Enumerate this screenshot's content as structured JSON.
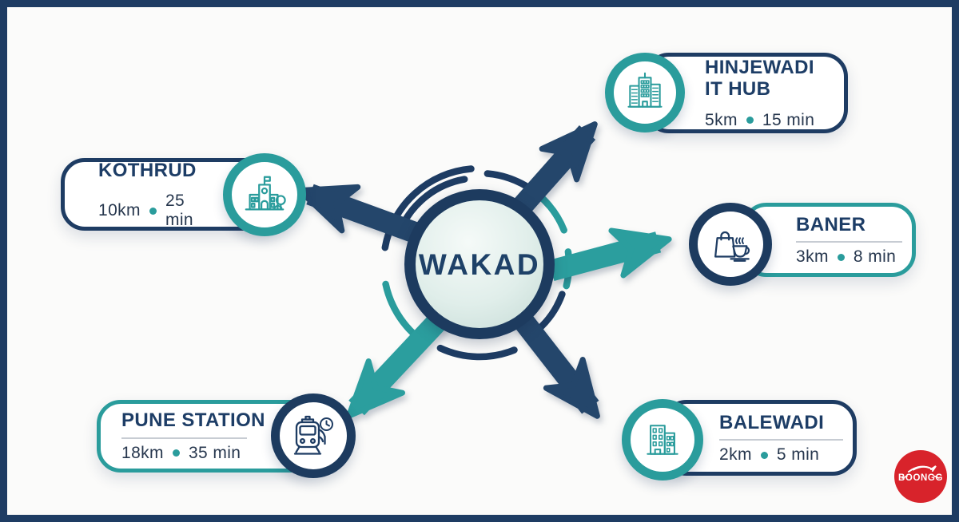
{
  "center": {
    "label": "WAKAD"
  },
  "separator_dot": "•",
  "locations": [
    {
      "id": "kothrud",
      "name": "KOTHRUD",
      "distance": "10km",
      "time": "25 min",
      "icon": "school-building-icon"
    },
    {
      "id": "hinjewadi",
      "name": "HINJEWADI IT HUB",
      "distance": "5km",
      "time": "15 min",
      "icon": "office-buildings-icon"
    },
    {
      "id": "baner",
      "name": "BANER",
      "distance": "3km",
      "time": "8 min",
      "icon": "shopping-bag-coffee-icon"
    },
    {
      "id": "balewadi",
      "name": "BALEWADI",
      "distance": "2km",
      "time": "5 min",
      "icon": "apartment-buildings-icon"
    },
    {
      "id": "pune-station",
      "name": "PUNE STATION",
      "distance": "18km",
      "time": "35 min",
      "icon": "train-clock-icon"
    }
  ],
  "logo": {
    "text": "BOONGG"
  },
  "colors": {
    "navy": "#1e3c63",
    "teal": "#2a9c9c",
    "logo_red": "#d8232b",
    "card_bg": "#ffffff",
    "page_bg": "#fbfbfa"
  }
}
